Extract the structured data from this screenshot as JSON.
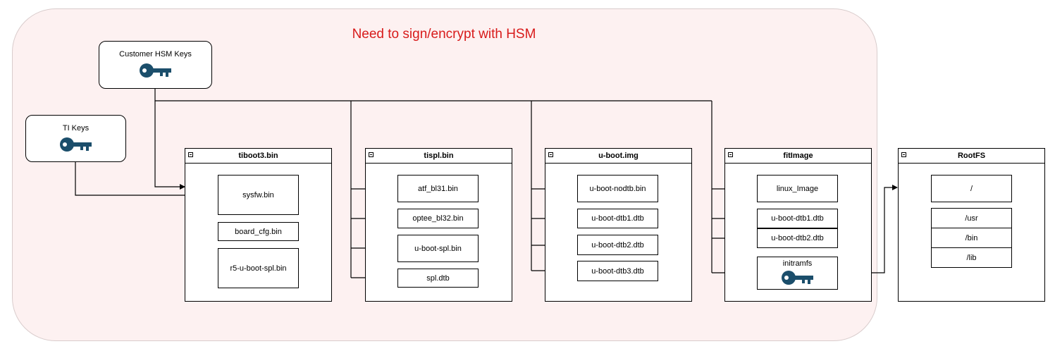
{
  "region": {
    "title": "Need to sign/encrypt with HSM"
  },
  "keys": {
    "customer": {
      "label": "Customer HSM Keys",
      "icon": "key-icon"
    },
    "ti": {
      "label": "TI Keys",
      "icon": "key-icon"
    }
  },
  "colors": {
    "key": "#1b4e6b",
    "region_title": "#d81b1b",
    "region_fill": "#fdf1f1"
  },
  "containers": {
    "tiboot3": {
      "title": "tiboot3.bin",
      "items": [
        "sysfw.bin",
        "board_cfg.bin",
        "r5-u-boot-spl.bin"
      ]
    },
    "tispl": {
      "title": "tispl.bin",
      "items": [
        "atf_bl31.bin",
        "optee_bl32.bin",
        "u-boot-spl.bin",
        "spl.dtb"
      ]
    },
    "uboot": {
      "title": "u-boot.img",
      "items": [
        "u-boot-nodtb.bin",
        "u-boot-dtb1.dtb",
        "u-boot-dtb2.dtb",
        "u-boot-dtb3.dtb"
      ]
    },
    "fitimage": {
      "title": "fitImage",
      "items": [
        "linux_Image",
        "u-boot-dtb1.dtb",
        "u-boot-dtb2.dtb",
        "initramfs"
      ]
    },
    "rootfs": {
      "title": "RootFS",
      "items": [
        "/",
        "/usr",
        "/bin",
        "/lib"
      ]
    }
  }
}
